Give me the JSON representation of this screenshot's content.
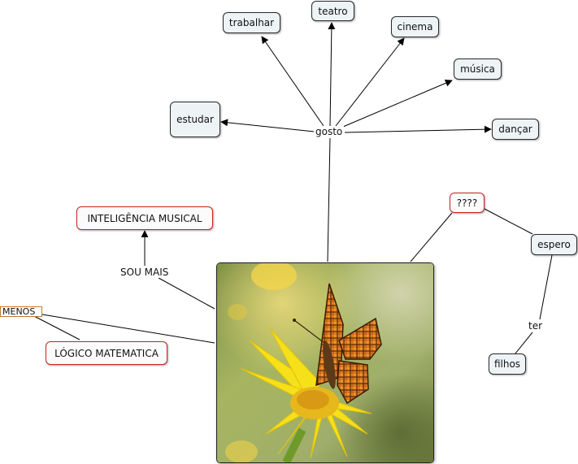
{
  "nodes": {
    "teatro": "teatro",
    "trabalhar": "trabalhar",
    "cinema": "cinema",
    "musica": "música",
    "estudar": "estudar",
    "dancar": "dançar",
    "gosto": "gosto",
    "inteligencia": "INTELIGÊNCIA MUSICAL",
    "sou_mais": "SOU MAIS",
    "menos": "MENOS",
    "logico": "LÓGICO MATEMATICA",
    "question": "????",
    "espero": "espero",
    "ter": "ter",
    "filhos": "filhos"
  },
  "colors": {
    "node_fill": "#eef3f6",
    "node_border": "#2a2a2a",
    "highlight_border": "#cc2222",
    "menos_border": "#c8782a",
    "line": "#000000"
  },
  "image": {
    "subject": "butterfly-on-yellow-flower"
  }
}
